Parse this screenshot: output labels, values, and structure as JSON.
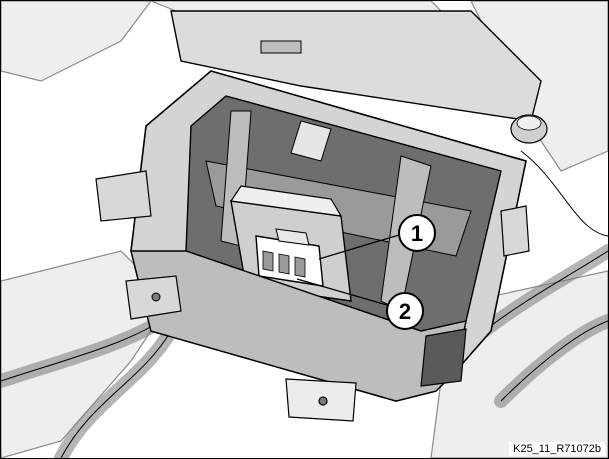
{
  "callouts": [
    {
      "number": "1",
      "label": ""
    },
    {
      "number": "2",
      "label": ""
    }
  ],
  "reference_code": "K25_11_R71072b",
  "colors": {
    "background": "#ffffff",
    "line": "#000000",
    "tray_fill": "#d4d4d4",
    "shadow": "#9a9a9a",
    "frame_dark": "#6e6e6e",
    "highlight": "#f2f2f2"
  }
}
